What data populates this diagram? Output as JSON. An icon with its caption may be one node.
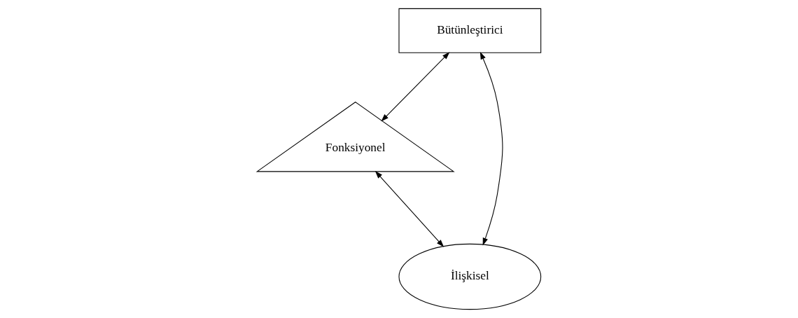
{
  "diagram": {
    "nodes": [
      {
        "text": [
          "Bütünleştirici"
        ]
      },
      {
        "text": [
          "Fonksiyonel"
        ]
      },
      {
        "text": [
          "İlişkisel"
        ]
      }
    ],
    "edges": [
      {
        "from": 0,
        "to": 1,
        "arrow": "both"
      },
      {
        "from": 0,
        "to": 2,
        "arrow": "both"
      },
      {
        "from": 1,
        "to": 2,
        "arrow": "both"
      }
    ]
  }
}
